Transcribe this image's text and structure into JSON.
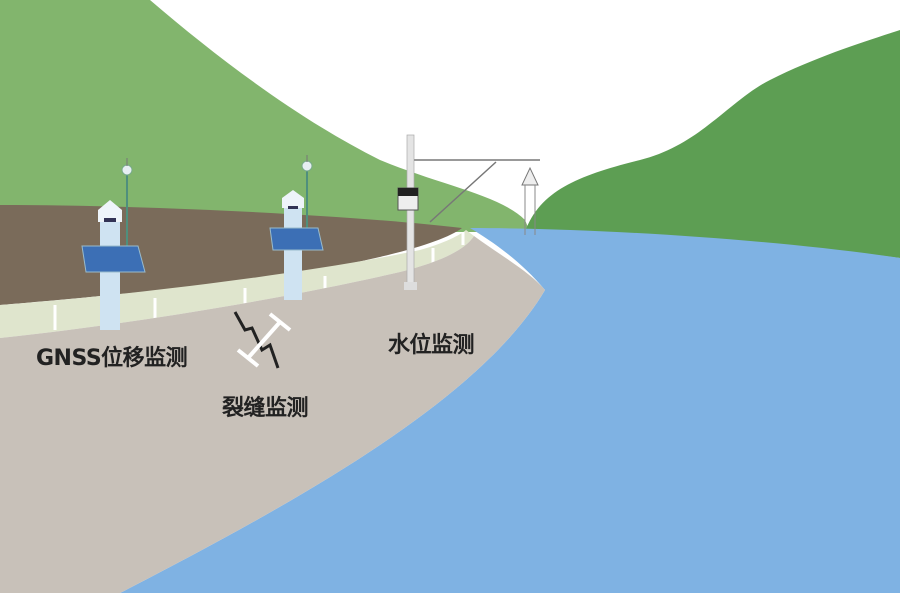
{
  "labels": {
    "gnss": "GNSS位移监测",
    "crack": "裂缝监测",
    "water_level": "水位监测"
  },
  "colors": {
    "left_hill": "#82b56d",
    "right_hill": "#5d9e53",
    "soil": "#7a6b5a",
    "wall": "#dfe5cd",
    "bank": "#c8c1b9",
    "water": "#7fb2e3",
    "sky": "#ffffff"
  }
}
